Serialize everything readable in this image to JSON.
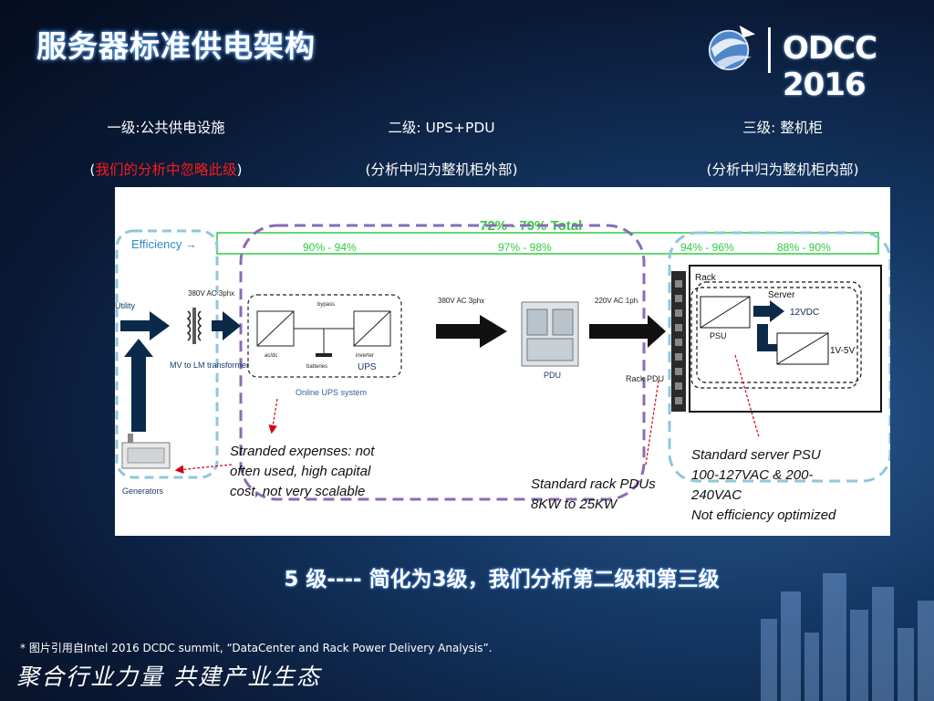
{
  "slide": {
    "title": "服务器标准供电架构",
    "logo_text": "ODCC 2016",
    "levels": [
      {
        "head": "一级:公共供电设施",
        "sub_open": "(",
        "sub_main": "我们的分析中忽略此级",
        "sub_close": ")"
      },
      {
        "head": "二级: UPS+PDU",
        "sub": "(分析中归为整机柜外部)"
      },
      {
        "head": "三级: 整机柜",
        "sub": "(分析中归为整机柜内部)"
      }
    ],
    "summary": "5 级---- 简化为3级，我们分析第二级和第三级",
    "footnote": "* 图片引用自Intel 2016 DCDC summit, “DataCenter and Rack Power Delivery Analysis”.",
    "slogan": "聚合行业力量  共建产业生态",
    "colors": {
      "accent_red": "#ff1a1a",
      "dashed_blue": "#8fc6dc",
      "dashed_purple": "#8a6bb5",
      "arrow_navy": "#0b2a4a",
      "efficiency_green": "#2ecc40"
    }
  },
  "diagram": {
    "total_efficiency": "72% - 79% Total",
    "efficiency_label": "Efficiency →",
    "eff_segments": [
      "90% - 94%",
      "97% - 98%",
      "94% - 96%",
      "88% - 90%"
    ],
    "utility": "Utility",
    "volt_380_3phx": "380V AC 3phx",
    "transformer": "MV to LM transformer",
    "generators": "Generators",
    "bypass": "bypass",
    "acdc": "ac/dc",
    "inverter": "inverter",
    "batteries": "batteries",
    "ups": "UPS",
    "online_ups": "Online UPS system",
    "volt_380_3phx_b": "380V AC 3phx",
    "pdu": "PDU",
    "volt_220_1ph": "220V AC 1ph",
    "rack_pdu": "Rack PDU",
    "rack": "Rack",
    "server": "Server",
    "psu": "PSU",
    "v12dc": "12VDC",
    "v1v5": "1V-5V",
    "note_stranded": [
      "Stranded expenses: not",
      "often used, high capital",
      "cost, not very scalable"
    ],
    "note_pdus": [
      "Standard rack PDUs",
      "8KW to 25KW"
    ],
    "note_psu": [
      "Standard server PSU",
      "100-127VAC & 200-",
      "240VAC",
      "Not efficiency optimized"
    ]
  }
}
